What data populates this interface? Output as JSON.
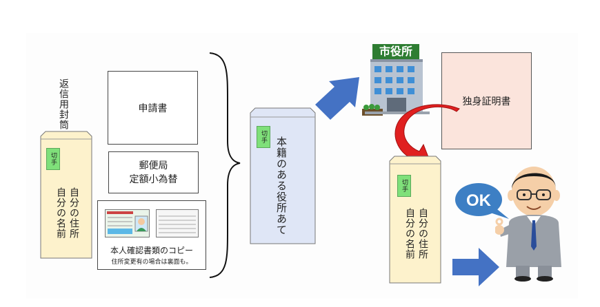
{
  "return_envelope_label": "返信用封筒",
  "stamp_label": "切手",
  "return_envelope_text": "自分の住所\n自分の名前",
  "application_form": "申請書",
  "postal_order": "郵便局\n定額小為替",
  "id_copy_title": "本人確認書類のコピー",
  "id_copy_note": "住所変更有の場合は裏面も。",
  "outgoing_envelope_text": "本籍のある役所あて",
  "city_hall_sign": "市役所",
  "certificate": "独身証明書",
  "ok_bubble": "OK",
  "colors": {
    "envelope_yellow": "#fdf2cc",
    "envelope_blue": "#dfe6f6",
    "stamp_green": "#7fe07a",
    "arrow_blue": "#4472c4",
    "arrow_red": "#e02020",
    "certificate_pink": "#fbe4dc"
  }
}
